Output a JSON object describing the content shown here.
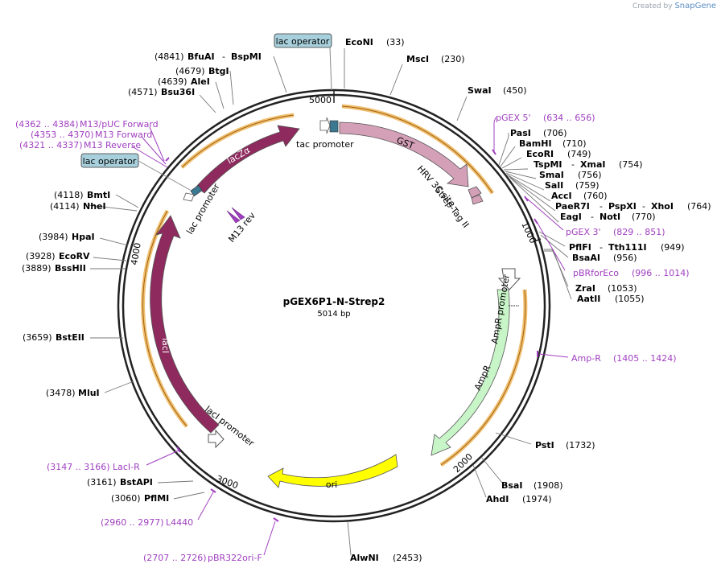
{
  "branding": {
    "prefix": "Created by",
    "name": "SnapGene"
  },
  "plasmid": {
    "name": "pGEX6P1-N-Strep2",
    "length_label": "5014 bp"
  },
  "ticks": [
    "5000",
    "1000",
    "2000",
    "3000",
    "4000"
  ],
  "enzymes": [
    {
      "name": "EcoNI",
      "pos": "(33)"
    },
    {
      "name": "MscI",
      "pos": "(230)"
    },
    {
      "name": "SwaI",
      "pos": "(450)"
    },
    {
      "name": "PasI",
      "pos": "(706)"
    },
    {
      "name": "BamHI",
      "pos": "(710)"
    },
    {
      "name": "EcoRI",
      "pos": "(749)"
    },
    {
      "name": "TspMI",
      "name2": "XmaI",
      "pos": "(754)"
    },
    {
      "name": "SmaI",
      "pos": "(756)"
    },
    {
      "name": "SalI",
      "pos": "(759)"
    },
    {
      "name": "AccI",
      "pos": "(760)"
    },
    {
      "name": "PaeR7I",
      "name2": "PspXI",
      "name3": "XhoI",
      "pos": "(764)"
    },
    {
      "name": "EagI",
      "name2": "NotI",
      "pos": "(770)"
    },
    {
      "name": "PflFI",
      "name2": "Tth111I",
      "pos": "(949)"
    },
    {
      "name": "BsaAI",
      "pos": "(956)"
    },
    {
      "name": "ZraI",
      "pos": "(1053)"
    },
    {
      "name": "AatII",
      "pos": "(1055)"
    },
    {
      "name": "PstI",
      "pos": "(1732)"
    },
    {
      "name": "BsaI",
      "pos": "(1908)"
    },
    {
      "name": "AhdI",
      "pos": "(1974)"
    },
    {
      "name": "AlwNI",
      "pos": "(2453)"
    },
    {
      "name": "PflMI",
      "pos": "(3060)"
    },
    {
      "name": "BstAPI",
      "pos": "(3161)"
    },
    {
      "name": "MluI",
      "pos": "(3478)"
    },
    {
      "name": "BstEII",
      "pos": "(3659)"
    },
    {
      "name": "BssHII",
      "pos": "(3889)"
    },
    {
      "name": "EcoRV",
      "pos": "(3928)"
    },
    {
      "name": "HpaI",
      "pos": "(3984)"
    },
    {
      "name": "NheI",
      "pos": "(4114)"
    },
    {
      "name": "BmtI",
      "pos": "(4118)"
    },
    {
      "name": "Bsu36I",
      "pos": "(4571)"
    },
    {
      "name": "AleI",
      "pos": "(4639)"
    },
    {
      "name": "BtgI",
      "pos": "(4679)"
    },
    {
      "name": "BfuAI",
      "name2": "BspMI",
      "pos": "(4841)"
    }
  ],
  "primers": [
    {
      "name": "pGEX 5'",
      "range": "(634 .. 656)"
    },
    {
      "name": "pGEX 3'",
      "range": "(829 .. 851)"
    },
    {
      "name": "pBRforEco",
      "range": "(996 .. 1014)"
    },
    {
      "name": "Amp-R",
      "range": "(1405 .. 1424)"
    },
    {
      "name": "LacI-R",
      "range": "(3147 .. 3166)"
    },
    {
      "name": "L4440",
      "range": "(2960 .. 2977)"
    },
    {
      "name": "pBR322ori-F",
      "range": "(2707 .. 2726)"
    },
    {
      "name": "M13/pUC Forward",
      "range": "(4362 .. 4384)"
    },
    {
      "name": "M13 Forward",
      "range": "(4353 .. 4370)"
    },
    {
      "name": "M13 Reverse",
      "range": "(4321 .. 4337)"
    }
  ],
  "features": {
    "lac_operator": "lac operator",
    "tac_promoter": "tac promoter",
    "gst": "GST",
    "hrv": "HRV 3C site",
    "strep": "Strep-Tag II",
    "lacza": "lacZα",
    "lac_promoter": "lac promoter",
    "m13rev": "M13 rev",
    "ampr_promoter": "AmpR promoter",
    "ampr": "AmpR",
    "laci": "lacI",
    "laci_promoter": "lacI promoter",
    "ori": "ori"
  },
  "colors": {
    "backbone": "#222222",
    "gst": "#d4a0b8",
    "lacza": "#8e2a5e",
    "ampr": "#c8f5c8",
    "ori": "#ffff00",
    "orange_band": "#f0c070",
    "operator_box": "#a8d0dc",
    "primer": "#a040c0"
  }
}
